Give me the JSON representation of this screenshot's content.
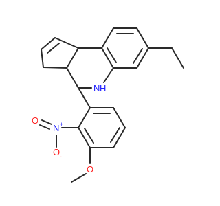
{
  "molecule": {
    "labels": {
      "nh_n": "N",
      "nh_h": "H",
      "nitro_n": "N",
      "nitro_plus": "+",
      "nitro_o_double": "O",
      "nitro_o_single": "O",
      "nitro_o_minus": "-",
      "methoxy_o": "O"
    },
    "colors": {
      "bond": "#2a2a2a",
      "nitrogen": "#2020ff",
      "oxygen": "#ff2020"
    }
  }
}
